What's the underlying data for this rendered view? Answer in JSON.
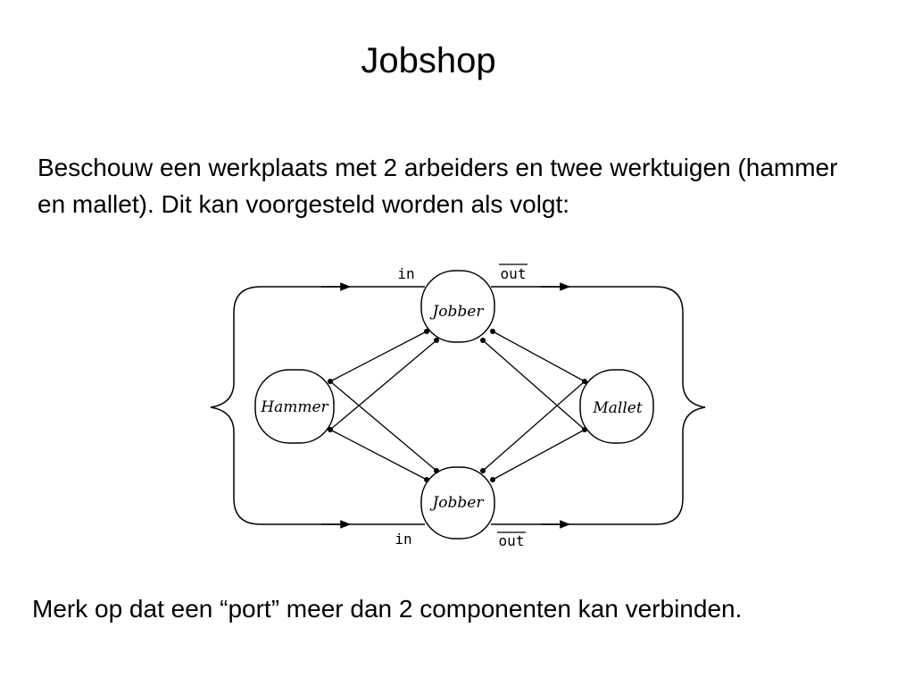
{
  "slide": {
    "title": "Jobshop",
    "intro": "Beschouw een werkplaats met 2 arbeiders en twee werktuigen (hammer en mallet). Dit kan voorgesteld worden als volgt:",
    "note": "Merk op dat een “port” meer dan 2 componenten kan verbinden."
  },
  "diagram": {
    "nodes": {
      "jobber_top": "Jobber",
      "jobber_bottom": "Jobber",
      "hammer": "Hammer",
      "mallet": "Mallet"
    },
    "ports": {
      "top_in": "in",
      "top_out": "out",
      "bottom_in": "in",
      "bottom_out": "out"
    }
  }
}
